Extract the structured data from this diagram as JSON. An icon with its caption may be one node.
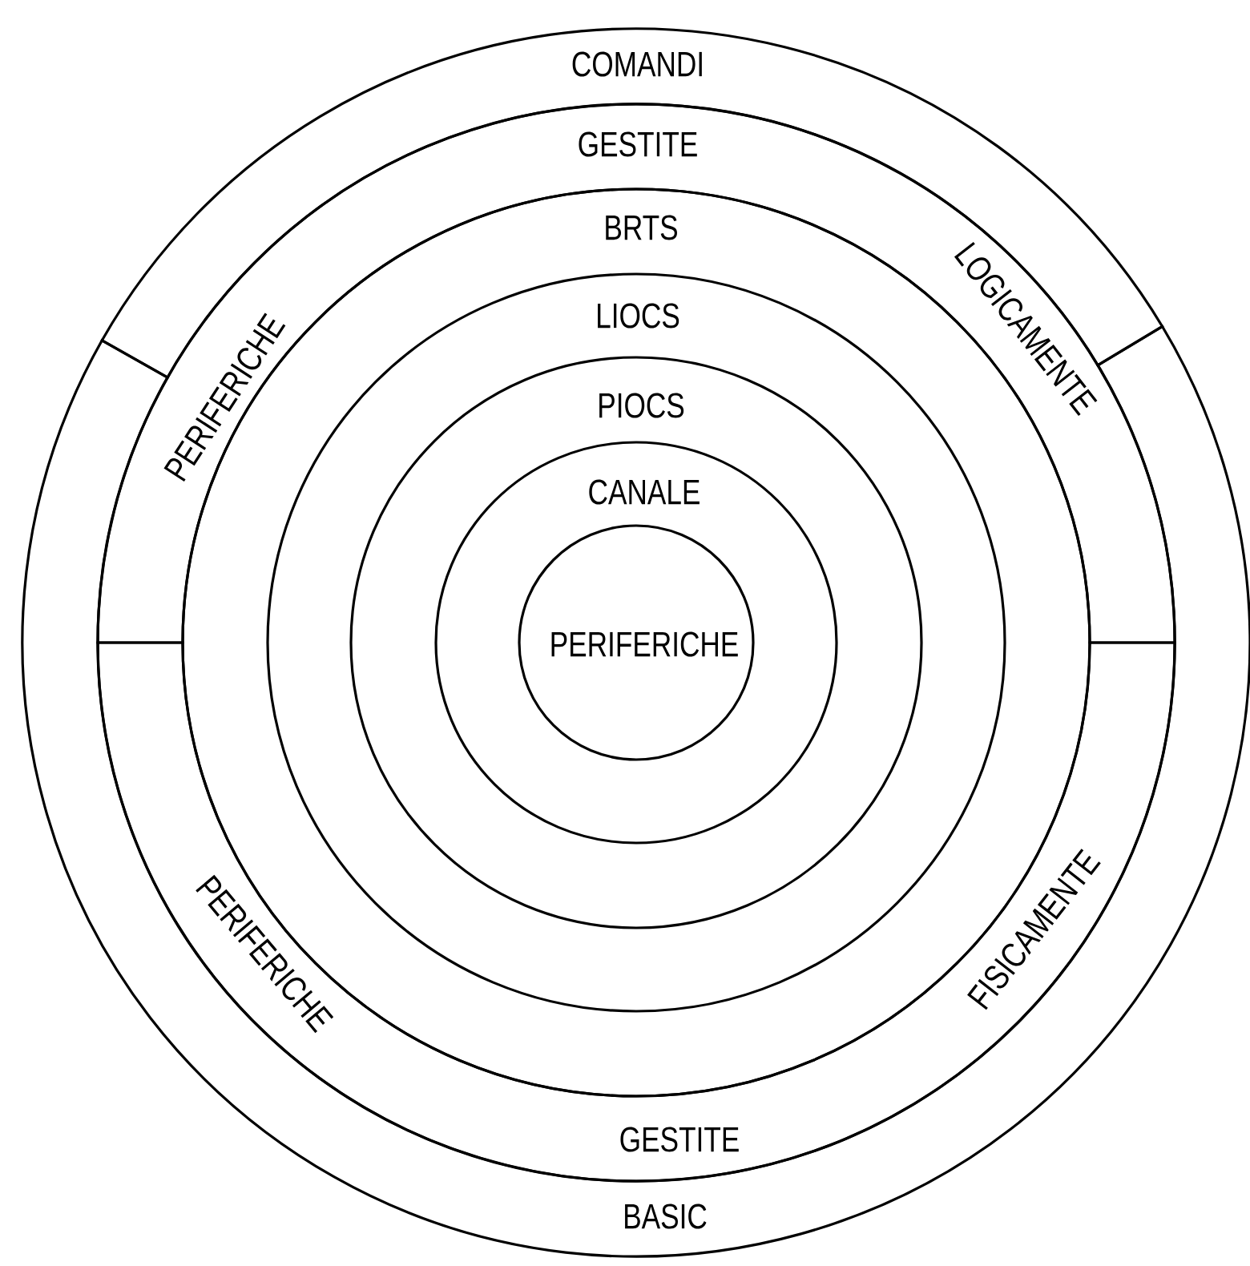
{
  "diagram": {
    "nodes": [
      {
        "text": [
          "COMANDI"
        ]
      },
      {
        "text": [
          "BASIC"
        ]
      },
      {
        "text": [
          "PERIFERICHE",
          "GESTITE",
          "LOGICAMENTE"
        ]
      },
      {
        "text": [
          "PERIFERICHE",
          "GESTITE",
          "FISICAMENTE"
        ]
      },
      {
        "text": [
          "BRTS"
        ]
      },
      {
        "text": [
          "LIOCS"
        ],
        "in": 4
      },
      {
        "text": [
          "PIOCS"
        ],
        "in": 5
      },
      {
        "text": [
          "CANALE"
        ],
        "in": 6
      },
      {
        "text": [
          "PERIFERICHE"
        ],
        "in": 7
      }
    ]
  }
}
